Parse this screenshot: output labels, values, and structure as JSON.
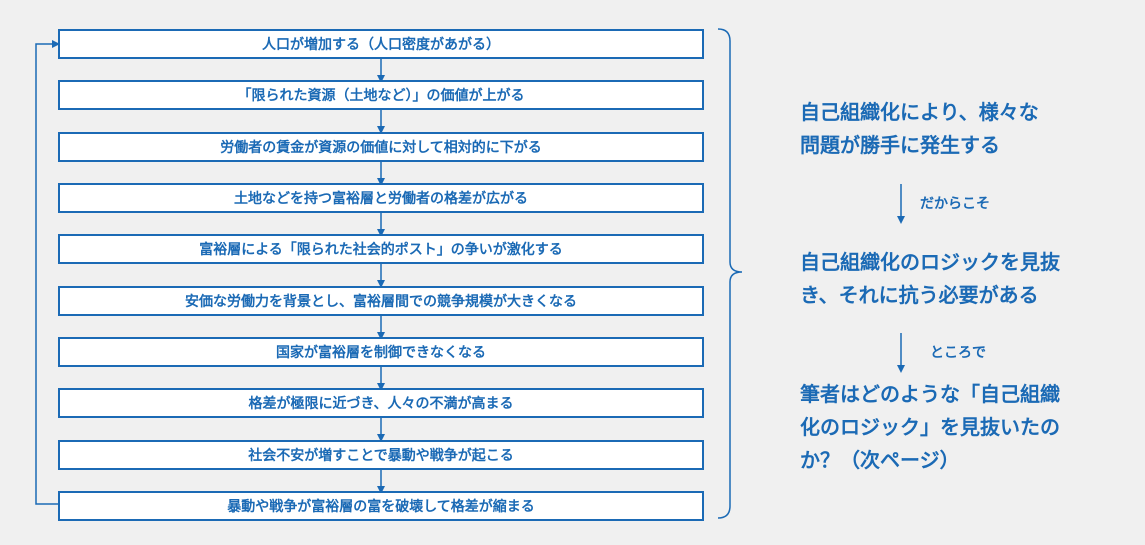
{
  "flow": {
    "steps": [
      "人口が増加する（人口密度があがる）",
      "「限られた資源（土地など）」の価値が上がる",
      "労働者の賃金が資源の価値に対して相対的に下がる",
      "土地などを持つ富裕層と労働者の格差が広がる",
      "富裕層による「限られた社会的ポスト」の争いが激化する",
      "安価な労働力を背景とし、富裕層間での競争規模が大きくなる",
      "国家が富裕層を制御できなくなる",
      "格差が極限に近づき、人々の不満が高まる",
      "社会不安が増すことで暴動や戦争が起こる",
      "暴動や戦争が富裕層の富を破壊して格差が縮まる"
    ]
  },
  "summary": {
    "statement1_line1": "自己組織化により、様々な",
    "statement1_line2": "問題が勝手に発生する",
    "connector1": "だからこそ",
    "statement2_line1": "自己組織化のロジックを見抜",
    "statement2_line2": "き、それに抗う必要がある",
    "connector2": "ところで",
    "statement3_line1": "筆者はどのような「自己組織",
    "statement3_line2": "化のロジック」を見抜いたの",
    "statement3_line3": "か？（次ページ）"
  },
  "colors": {
    "accent": "#1b6ab5",
    "background": "#f0f0f0"
  }
}
